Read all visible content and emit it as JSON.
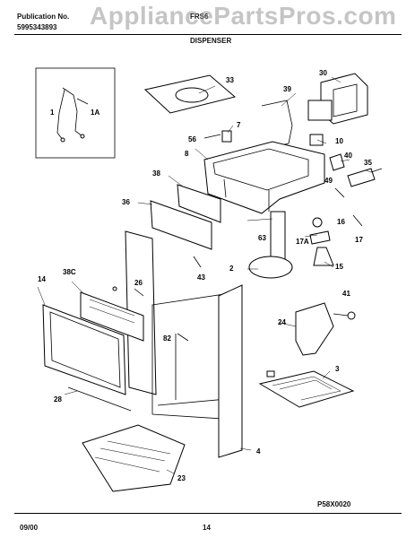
{
  "header": {
    "publication_label": "Publication No.",
    "publication_number": "5995343893",
    "model_prefix": "FRS6",
    "section_title": "DISPENSER"
  },
  "watermark": "AppliancePartsPros.com",
  "footer": {
    "date": "09/00",
    "page_number": "14",
    "figure_code": "P58X0020"
  },
  "callouts": [
    "1A",
    "1",
    "33",
    "30",
    "39",
    "7",
    "56",
    "10",
    "8",
    "40",
    "35",
    "38",
    "49",
    "36",
    "16",
    "63",
    "17A",
    "17",
    "2",
    "15",
    "38C",
    "14",
    "26",
    "41",
    "43",
    "24",
    "82",
    "3",
    "28",
    "4",
    "23"
  ]
}
